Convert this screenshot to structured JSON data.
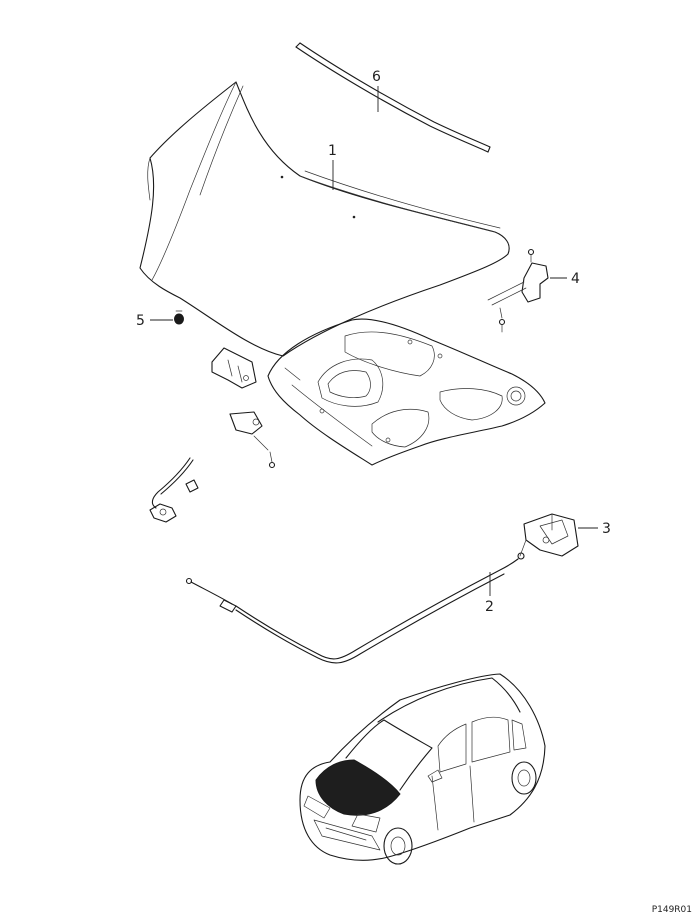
{
  "callouts": {
    "c1": "1",
    "c2": "2",
    "c3": "3",
    "c4": "4",
    "c5": "5",
    "c6": "6"
  },
  "figure_code": "P149R01",
  "parts": {
    "hood": "hood-panel",
    "cable": "release-cable",
    "latch": "hood-latch",
    "hinge": "hood-hinge",
    "bumper": "rubber-bumper",
    "seal": "weatherstrip-seal",
    "car": "vehicle-locator"
  }
}
